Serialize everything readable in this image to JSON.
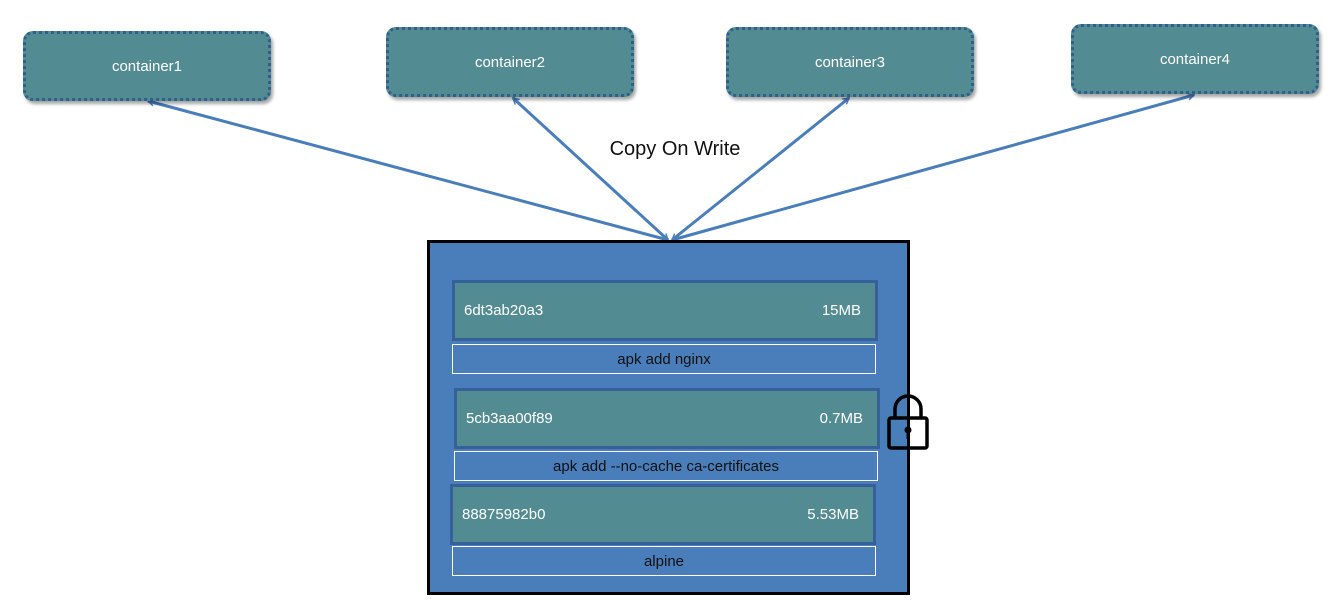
{
  "containers": [
    {
      "label": "container1"
    },
    {
      "label": "container2"
    },
    {
      "label": "container3"
    },
    {
      "label": "container4"
    }
  ],
  "cow_label": "Copy On Write",
  "image": {
    "layers": [
      {
        "id": "6dt3ab20a3",
        "size": "15MB",
        "command": "apk add nginx"
      },
      {
        "id": "5cb3aa00f89",
        "size": "0.7MB",
        "command": "apk add --no-cache ca-certificates"
      },
      {
        "id": "88875982b0",
        "size": "5.53MB",
        "command": "alpine"
      }
    ]
  },
  "icons": {
    "lock": "lock-icon"
  },
  "colors": {
    "container_fill": "#528b91",
    "image_fill": "#4a7ebb",
    "arrow": "#4a7ebb"
  }
}
